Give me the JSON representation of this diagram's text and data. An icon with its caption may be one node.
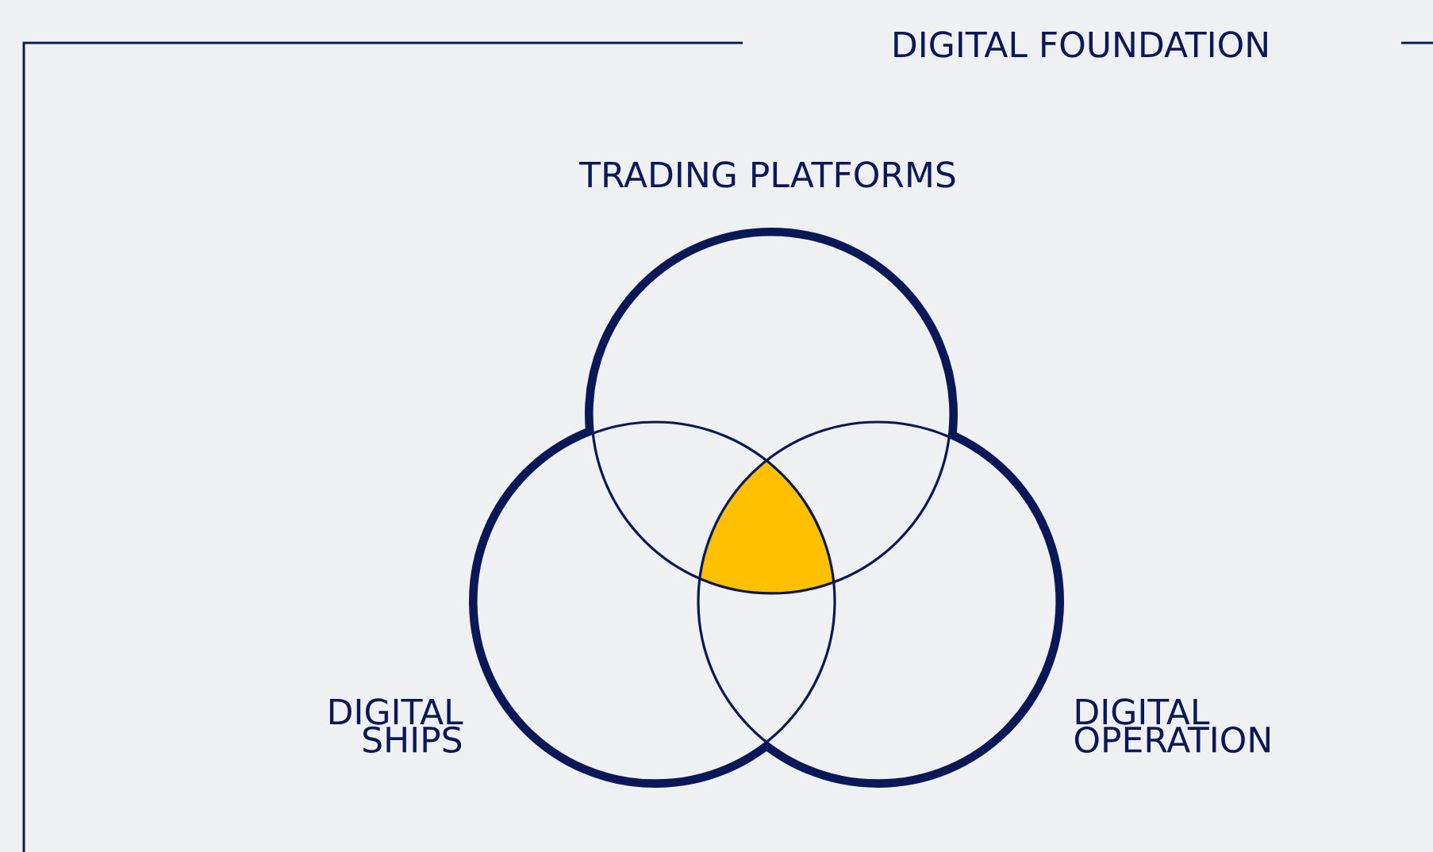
{
  "diagram": {
    "nodes": [
      {
        "text": [
          "DIGITAL FOUNDATION"
        ]
      },
      {
        "text": [
          "TRADING PLATFORMS"
        ],
        "in": 0
      },
      {
        "text": [
          "DIGITAL SHIPS"
        ],
        "in": 0
      },
      {
        "text": [
          "DIGITAL OPERATION"
        ],
        "in": 0
      }
    ]
  }
}
